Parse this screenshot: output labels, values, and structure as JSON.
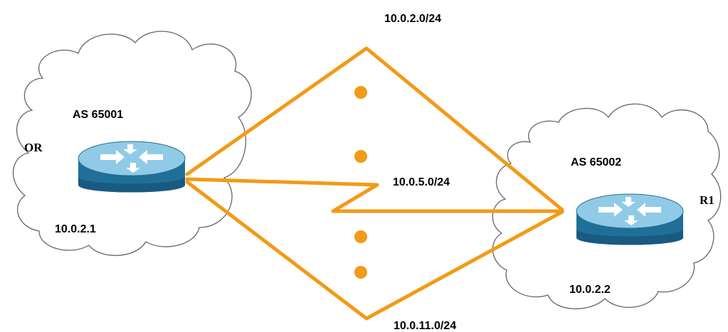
{
  "diagram": {
    "left_site": {
      "as_label": "AS 65001",
      "router_name": "OR",
      "router_ip": "10.0.2.1"
    },
    "right_site": {
      "as_label": "AS 65002",
      "router_name": "R1",
      "router_ip": "10.0.2.2"
    },
    "networks": {
      "top": "10.0.2.0/24",
      "middle": "10.0.5.0/24",
      "bottom": "10.0.11.0/24"
    },
    "colors": {
      "link": "#f39a16",
      "router": "#1f6f99",
      "cloud_outline": "#666666"
    },
    "icons": {
      "router": "router-icon",
      "cloud": "cloud-icon",
      "ellipsis": "dot-icon"
    }
  }
}
